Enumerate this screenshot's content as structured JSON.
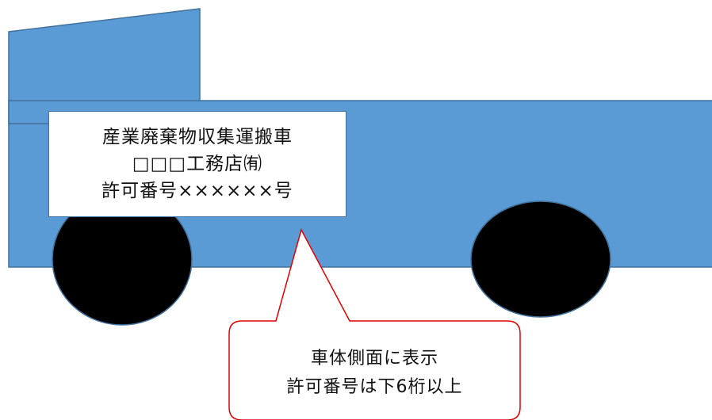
{
  "colors": {
    "truck_body": "#5b9bd5",
    "truck_outline": "#41719c",
    "wheel": "#000000",
    "callout_border": "#e00000",
    "sign_background": "#ffffff"
  },
  "sign": {
    "line1": "産業廃棄物収集運搬車",
    "line2": "□□□工務店㈲",
    "line3": "許可番号××××××号"
  },
  "callout": {
    "line1": "車体側面に表示",
    "line2": "許可番号は下6桁以上"
  }
}
